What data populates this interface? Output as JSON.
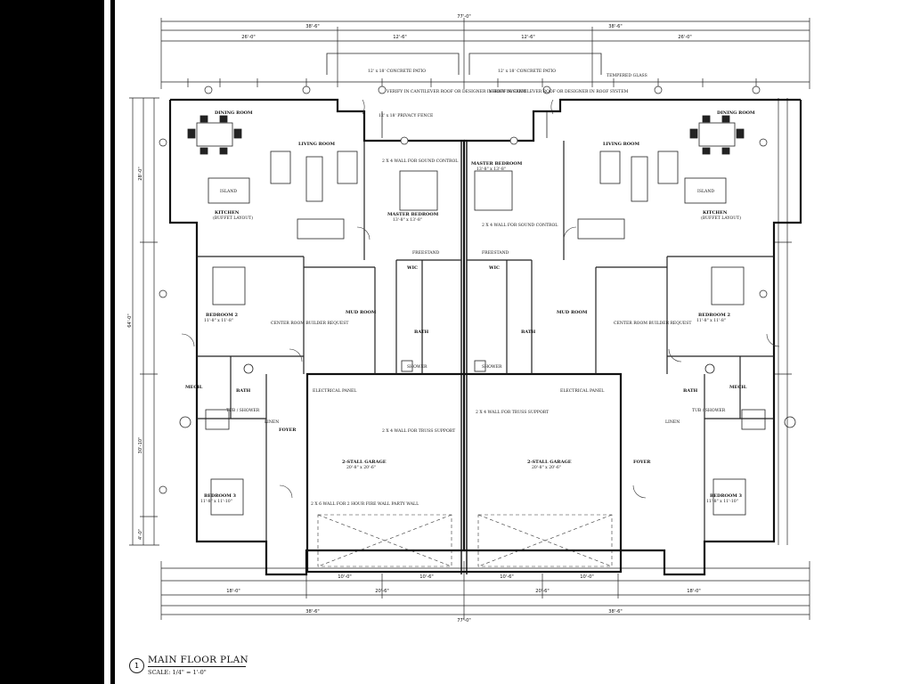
{
  "title": {
    "number": "1",
    "name": "MAIN FLOOR PLAN",
    "scale": "SCALE: 1/4\" = 1'-0\""
  },
  "dimensions": {
    "overall_top": "77'-0\"",
    "overall_bottom": "77'-0\"",
    "half_left": "38'-6\"",
    "half_right": "38'-6\"",
    "top_seg_a": "26'-0\"",
    "top_seg_b": "12'-6\"",
    "top_seg_c": "12'-6\"",
    "top_seg_d": "26'-0\"",
    "bottom_a": "18'-0\"",
    "bottom_b": "20'-6\"",
    "bottom_c": "20'-6\"",
    "bottom_d": "18'-0\"",
    "garage_a": "10'-0\"",
    "garage_b": "10'-6\"",
    "garage_c": "10'-6\"",
    "garage_d": "10'-0\"",
    "side_total": "64'-0\"",
    "side_a": "28'-0\"",
    "side_b": "30'-10\"",
    "side_c": "4'-0\""
  },
  "rooms": {
    "dining": "DINING ROOM",
    "living": "LIVING ROOM",
    "kitchen": "KITCHEN",
    "kitchen_note": "(BUFFET LAYOUT)",
    "island": "ISLAND",
    "master": "MASTER BEDROOM",
    "master_size": "13'-8\" x 13'-8\"",
    "bedroom2": "BEDROOM 2",
    "bedroom2_size": "11'-8\" x 11'-8\"",
    "bedroom3": "BEDROOM 3",
    "bedroom3_size": "11'-8\" x 11'-10\"",
    "mud": "MUD ROOM",
    "wic": "WIC",
    "bath": "BATH",
    "mech": "MECH.",
    "foyer": "FOYER",
    "garage": "2-STALL GARAGE",
    "garage_size": "20'-8\" x 20'-6\"",
    "shower": "SHOWER",
    "center_room": "CENTER ROOM BUILDER REQUEST"
  },
  "notes": {
    "patio": "12' x 18' CONCRETE PATIO",
    "verify": "VERIFY IN CANTILEVER ROOF OR DESIGNER IN ROOF SYSTEM",
    "privacy": "12' x 18' PRIVACY FENCE",
    "wall_sound": "2 X 4 WALL FOR SOUND CONTROL",
    "wall_party": "2 X 6 WALL FOR 2 HOUR FIRE WALL PARTY WALL",
    "wall_truss": "2 X 4 WALL FOR TRUSS SUPPORT",
    "electrical": "ELECTRICAL PANEL",
    "freestanding": "FREESTAND",
    "linen": "LINEN",
    "tub": "TUB / SHOWER",
    "tempered": "TEMPERED GLASS"
  }
}
